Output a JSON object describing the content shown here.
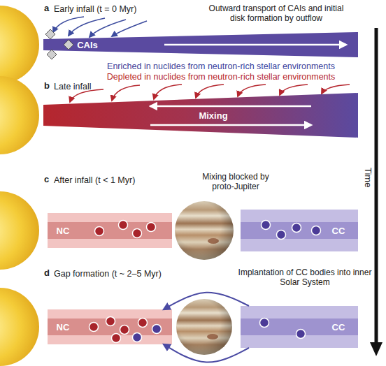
{
  "diagram": {
    "nodes": [
      {
        "text": [
          "CAIs"
        ]
      },
      {
        "text": [
          "Mixing"
        ]
      },
      {
        "text": [
          "NC"
        ]
      },
      {
        "text": [
          "CC"
        ]
      },
      {
        "text": [
          "NC"
        ]
      },
      {
        "text": [
          "CC"
        ]
      }
    ],
    "edges": [
      {
        "from": 5,
        "to": 4,
        "arrow": "to"
      },
      {
        "from": 5,
        "to": 4,
        "arrow": "to"
      }
    ],
    "labels": [
      "a",
      "Early infall (t = 0 Myr)",
      "Outward transport of CAIs and initial disk formation by outflow",
      "Enriched in nuclides from neutron-rich stellar environments",
      "Depleted in nuclides from neutron-rich stellar environments",
      "b",
      "Late infall",
      "c",
      "After infall (t < 1 Myr)",
      "Mixing blocked by proto-Jupiter",
      "d",
      "Gap formation (t ~ 2–5 Myr)",
      "Implantation of CC bodies into inner Solar System",
      "Time"
    ]
  }
}
